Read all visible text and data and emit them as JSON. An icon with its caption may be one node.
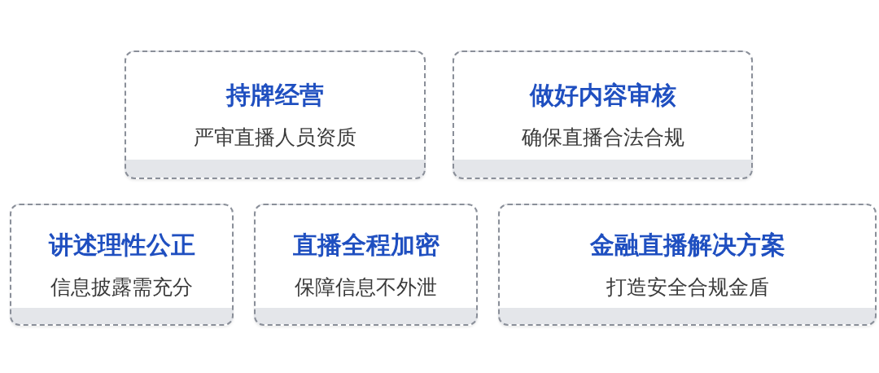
{
  "diagram": {
    "nodes": [
      {
        "text": [
          "持牌经营",
          "严审直播人员资质"
        ]
      },
      {
        "text": [
          "做好内容审核",
          "确保直播合法合规"
        ]
      },
      {
        "text": [
          "讲述理性公正",
          "信息披露需充分"
        ]
      },
      {
        "text": [
          "直播全程加密",
          "保障信息不外泄"
        ]
      },
      {
        "text": [
          "金融直播解决方案",
          "打造安全合规金盾"
        ]
      }
    ]
  }
}
